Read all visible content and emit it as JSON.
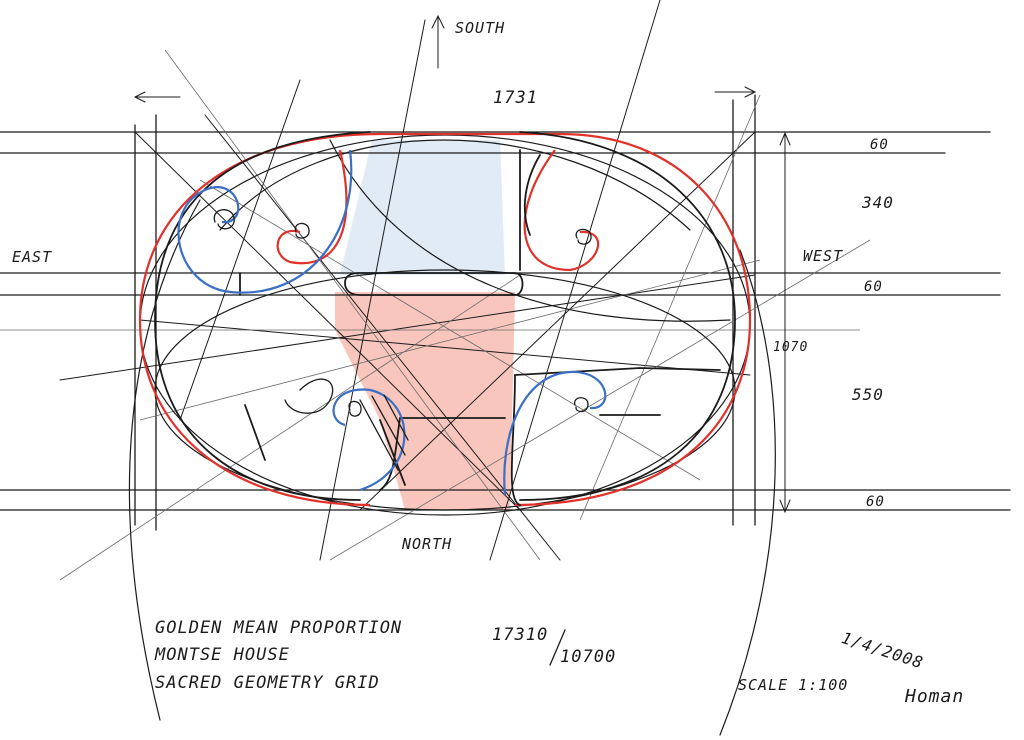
{
  "labels": {
    "south": "SOUTH",
    "north": "NORTH",
    "east": "EAST",
    "west": "WEST",
    "top_dimension": "1731",
    "side_length": "1070"
  },
  "dimensions_right": [
    "60",
    "340",
    "60",
    "550",
    "60"
  ],
  "notes": {
    "line1": "GOLDEN MEAN PROPORTION",
    "line2": "MONTSE HOUSE",
    "line3": "SACRED GEOMETRY GRID",
    "ratio_numerator": "17310",
    "ratio_denominator": "10700",
    "scale": "SCALE 1:100",
    "date": "1/4/2008",
    "signature": "Homan"
  },
  "colors": {
    "ink": "#1b1b1b",
    "red": "#e0312b",
    "blue": "#3b6fc4",
    "red_fill": "#f6b3a6",
    "blue_fill": "#d9e6f4"
  }
}
